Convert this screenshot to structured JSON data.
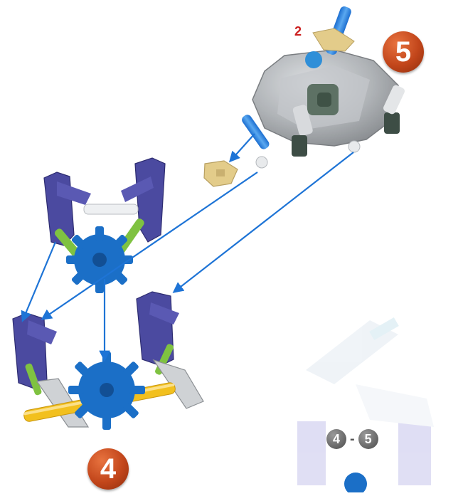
{
  "step_current": "5",
  "step_previous": "4",
  "part_quantity": "2",
  "step_range": {
    "from": "4",
    "separator": "-",
    "to": "5"
  },
  "colors": {
    "badge_orange": "#c9501f",
    "arrow_blue": "#1e74d6",
    "gear_blue": "#1b6fc7",
    "connector_purple": "#4b4aa0",
    "rod_green": "#7fc241",
    "rod_yellow": "#f2c01e",
    "clip_tan": "#e3cc8a",
    "hub_gray": "#9fa3a7"
  }
}
